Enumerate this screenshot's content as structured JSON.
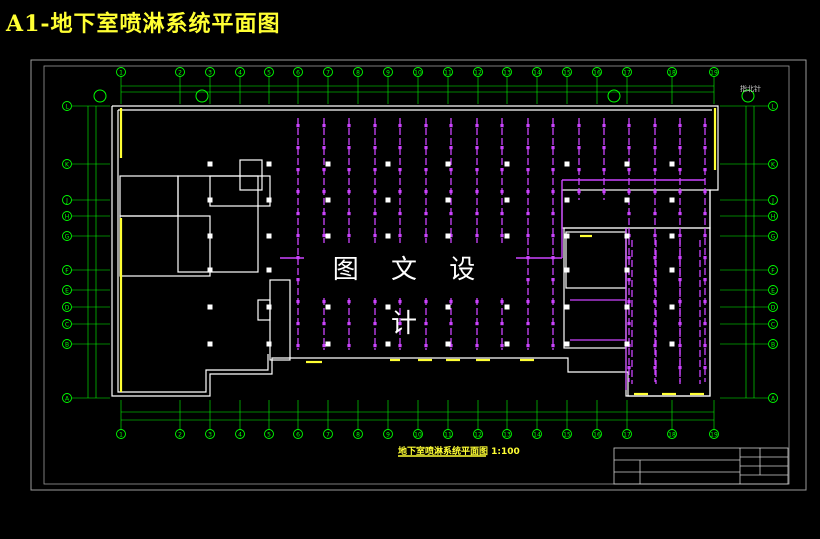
{
  "page_title": "A1-地下室喷淋系统平面图",
  "watermark": "图 文 设 计",
  "drawing_title": "地下室喷淋系统平面图 1:100",
  "north_label": "指北针",
  "axis_top": [
    "1",
    "2",
    "3",
    "4",
    "5",
    "6",
    "7",
    "8",
    "9",
    "10",
    "11",
    "12",
    "13",
    "14",
    "15",
    "16",
    "17",
    "18",
    "19"
  ],
  "axis_left": [
    "L",
    "K",
    "J",
    "H",
    "G",
    "F",
    "E",
    "D",
    "C",
    "B",
    "A"
  ],
  "colors": {
    "wall": "#ffffff",
    "pipe": "#cc44ff",
    "grid": "#00ff00",
    "dim": "#33cc33",
    "accent": "#ffff33",
    "frame": "#9a9a9a"
  }
}
